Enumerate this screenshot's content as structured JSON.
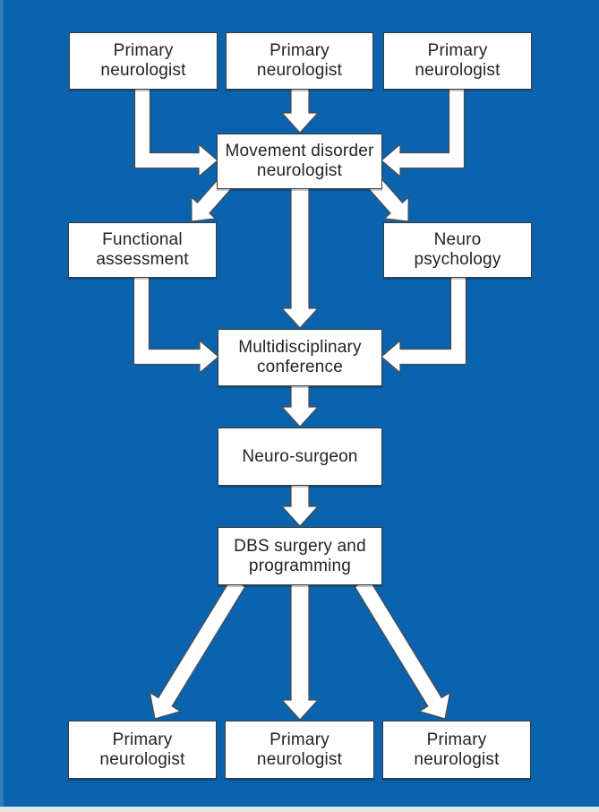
{
  "figure": {
    "kind": "flowchart"
  },
  "colors": {
    "background": "#0a63ac",
    "box_fill": "#ffffff",
    "box_border": "#393939",
    "text": "#242322",
    "arrow_fill": "#ffffff",
    "arrow_outline": "#4c4c4c",
    "bottom_strip": "#e3e6e8"
  },
  "nodes": [
    {
      "id": "primary-neurologist-top-left",
      "label": "Primary\nneurologist"
    },
    {
      "id": "primary-neurologist-top-center",
      "label": "Primary\nneurologist"
    },
    {
      "id": "primary-neurologist-top-right",
      "label": "Primary\nneurologist"
    },
    {
      "id": "movement-disorder-neurologist",
      "label": "Movement disorder\nneurologist"
    },
    {
      "id": "functional-assessment",
      "label": "Functional\nassessment"
    },
    {
      "id": "neuro-psychology",
      "label": "Neuro\npsychology"
    },
    {
      "id": "multidisciplinary-conference",
      "label": "Multidisciplinary\nconference"
    },
    {
      "id": "neuro-surgeon",
      "label": "Neuro-surgeon"
    },
    {
      "id": "dbs-surgery-and-programming",
      "label": "DBS surgery and\nprogramming"
    },
    {
      "id": "primary-neurologist-bottom-left",
      "label": "Primary\nneurologist"
    },
    {
      "id": "primary-neurologist-bottom-center",
      "label": "Primary\nneurologist"
    },
    {
      "id": "primary-neurologist-bottom-right",
      "label": "Primary\nneurologist"
    }
  ],
  "edges": [
    {
      "from": "primary-neurologist-top-left",
      "to": "movement-disorder-neurologist"
    },
    {
      "from": "primary-neurologist-top-center",
      "to": "movement-disorder-neurologist"
    },
    {
      "from": "primary-neurologist-top-right",
      "to": "movement-disorder-neurologist"
    },
    {
      "from": "movement-disorder-neurologist",
      "to": "functional-assessment"
    },
    {
      "from": "movement-disorder-neurologist",
      "to": "neuro-psychology"
    },
    {
      "from": "movement-disorder-neurologist",
      "to": "multidisciplinary-conference"
    },
    {
      "from": "functional-assessment",
      "to": "multidisciplinary-conference"
    },
    {
      "from": "neuro-psychology",
      "to": "multidisciplinary-conference"
    },
    {
      "from": "multidisciplinary-conference",
      "to": "neuro-surgeon"
    },
    {
      "from": "neuro-surgeon",
      "to": "dbs-surgery-and-programming"
    },
    {
      "from": "dbs-surgery-and-programming",
      "to": "primary-neurologist-bottom-left"
    },
    {
      "from": "dbs-surgery-and-programming",
      "to": "primary-neurologist-bottom-center"
    },
    {
      "from": "dbs-surgery-and-programming",
      "to": "primary-neurologist-bottom-right"
    }
  ]
}
